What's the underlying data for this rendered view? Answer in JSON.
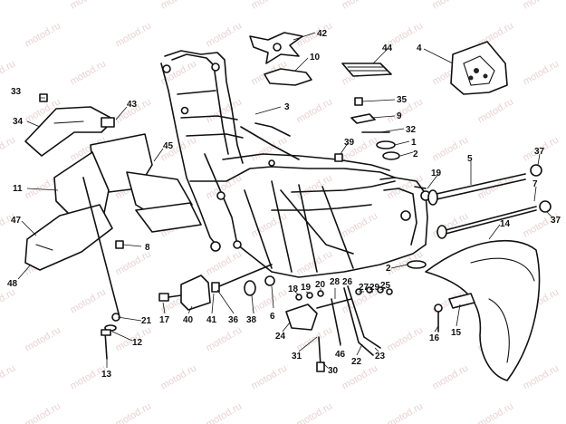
{
  "watermark": {
    "text": "motod.ru",
    "color": "#e9d3d3"
  },
  "callouts": [
    {
      "id": "1",
      "label": "1"
    },
    {
      "id": "2a",
      "label": "2"
    },
    {
      "id": "2b",
      "label": "2"
    },
    {
      "id": "3",
      "label": "3"
    },
    {
      "id": "4",
      "label": "4"
    },
    {
      "id": "5",
      "label": "5"
    },
    {
      "id": "6",
      "label": "6"
    },
    {
      "id": "7",
      "label": "7"
    },
    {
      "id": "8",
      "label": "8"
    },
    {
      "id": "9",
      "label": "9"
    },
    {
      "id": "10",
      "label": "10"
    },
    {
      "id": "11",
      "label": "11"
    },
    {
      "id": "12",
      "label": "12"
    },
    {
      "id": "13",
      "label": "13"
    },
    {
      "id": "14",
      "label": "14"
    },
    {
      "id": "15",
      "label": "15"
    },
    {
      "id": "16",
      "label": "16"
    },
    {
      "id": "17",
      "label": "17"
    },
    {
      "id": "18",
      "label": "18"
    },
    {
      "id": "19a",
      "label": "19"
    },
    {
      "id": "19b",
      "label": "19"
    },
    {
      "id": "20",
      "label": "20"
    },
    {
      "id": "21",
      "label": "21"
    },
    {
      "id": "22",
      "label": "22"
    },
    {
      "id": "23",
      "label": "23"
    },
    {
      "id": "24",
      "label": "24"
    },
    {
      "id": "25",
      "label": "25"
    },
    {
      "id": "26",
      "label": "26"
    },
    {
      "id": "27",
      "label": "27"
    },
    {
      "id": "28",
      "label": "28"
    },
    {
      "id": "29",
      "label": "29"
    },
    {
      "id": "30",
      "label": "30"
    },
    {
      "id": "31",
      "label": "31"
    },
    {
      "id": "32",
      "label": "32"
    },
    {
      "id": "33",
      "label": "33"
    },
    {
      "id": "34",
      "label": "34"
    },
    {
      "id": "35",
      "label": "35"
    },
    {
      "id": "36",
      "label": "36"
    },
    {
      "id": "37a",
      "label": "37"
    },
    {
      "id": "37b",
      "label": "37"
    },
    {
      "id": "38",
      "label": "38"
    },
    {
      "id": "39",
      "label": "39"
    },
    {
      "id": "40",
      "label": "40"
    },
    {
      "id": "41",
      "label": "41"
    },
    {
      "id": "42",
      "label": "42"
    },
    {
      "id": "43",
      "label": "43"
    },
    {
      "id": "44",
      "label": "44"
    },
    {
      "id": "45",
      "label": "45"
    },
    {
      "id": "46",
      "label": "46"
    },
    {
      "id": "47",
      "label": "47"
    },
    {
      "id": "48",
      "label": "48"
    }
  ]
}
